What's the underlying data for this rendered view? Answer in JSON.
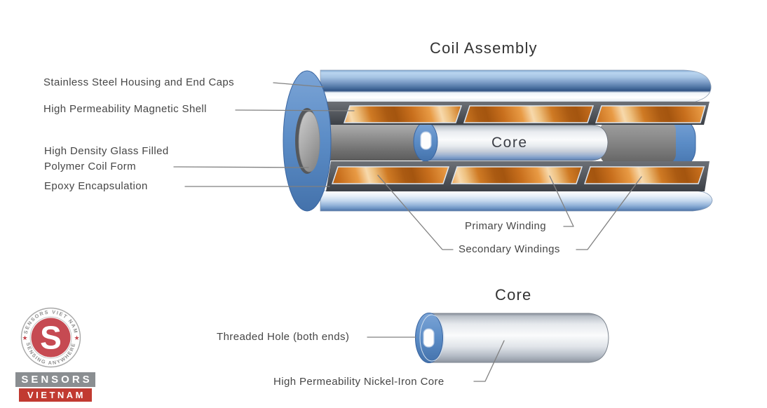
{
  "titles": {
    "coil_assembly": "Coil Assembly",
    "core_inline": "Core",
    "core_section": "Core"
  },
  "labels": {
    "housing": "Stainless Steel Housing and End Caps",
    "magnetic_shell": "High Permeability Magnetic Shell",
    "coil_form_line1": "High Density Glass Filled",
    "coil_form_line2": "Polymer Coil Form",
    "epoxy": "Epoxy Encapsulation",
    "primary_winding": "Primary Winding",
    "secondary_windings": "Secondary Windings",
    "threaded_hole": "Threaded Hole (both ends)",
    "nickel_iron_core": "High Permeability Nickel-Iron Core"
  },
  "logo": {
    "arc_top": "SENSORS VIET NAM",
    "arc_bottom": "SENSING ANYWHERE",
    "monogram": "S",
    "star": "★",
    "line1": "SENSORS",
    "line2": "VIETNAM"
  },
  "colors": {
    "winding_orange": "#d97e28",
    "end_cap_blue": "#5b8cc6",
    "shell_gray": "#4a4e54",
    "logo_red": "#c13a31",
    "logo_gray": "#8a8e91",
    "text": "#464646"
  }
}
